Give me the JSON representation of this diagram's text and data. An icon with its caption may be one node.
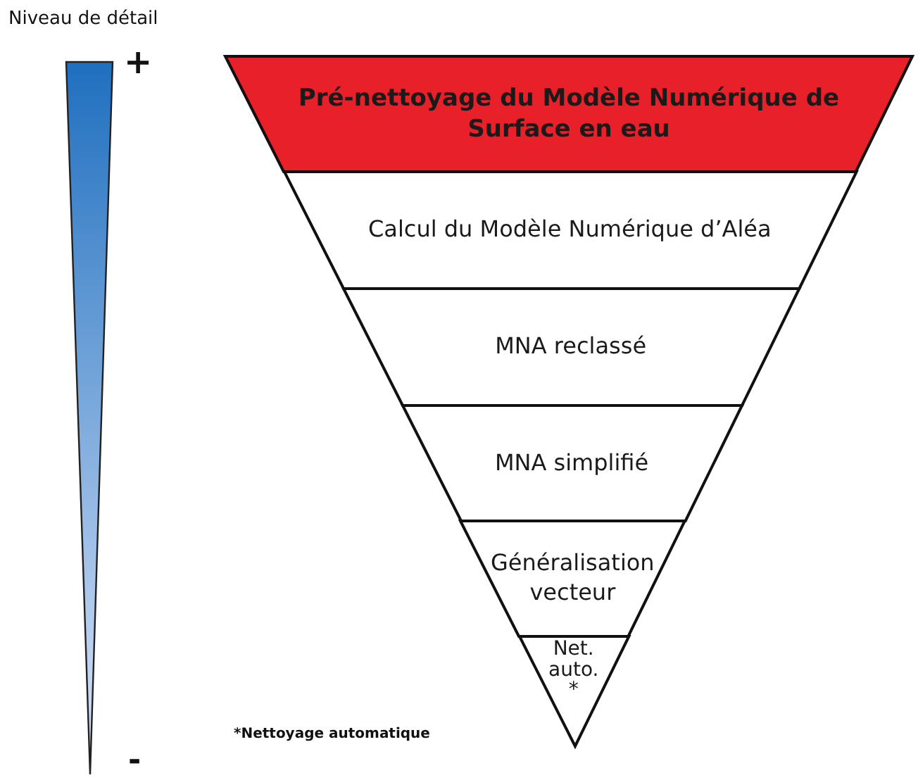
{
  "diagram": {
    "nodes": [
      {
        "text": [
          "Pré-nettoyage du Modèle Numérique de Surface en eau"
        ]
      },
      {
        "text": [
          "Calcul du Modèle Numérique d’Aléa"
        ]
      },
      {
        "text": [
          "MNA reclassé"
        ]
      },
      {
        "text": [
          "MNA simplifié"
        ]
      },
      {
        "text": [
          "Généralisation vecteur"
        ]
      },
      {
        "text": [
          "Net. auto. *"
        ]
      }
    ],
    "labels": [
      "Niveau de détail",
      "+",
      "-",
      "*Nettoyage automatique"
    ]
  }
}
